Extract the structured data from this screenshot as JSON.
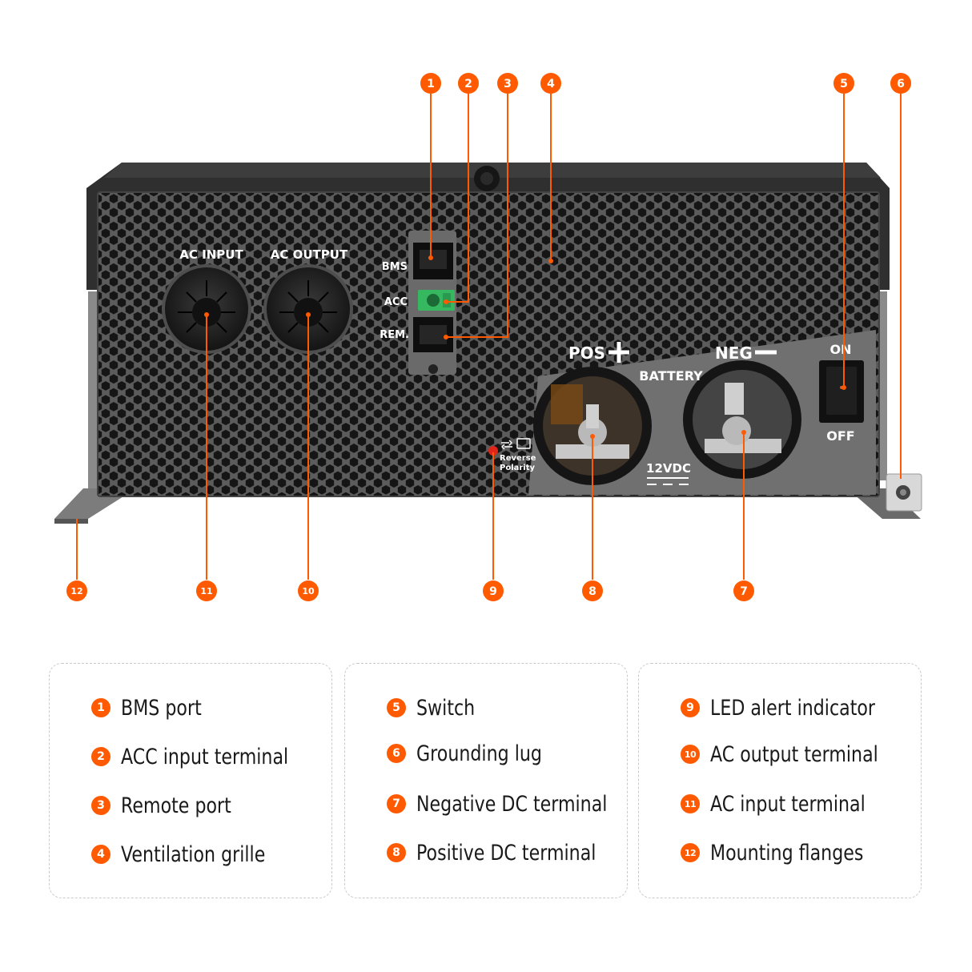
{
  "device_labels": {
    "ac_input": "AC INPUT",
    "ac_output": "AC OUTPUT",
    "bms": "BMS",
    "acc": "ACC",
    "rem": "REM.",
    "pos": "POS",
    "neg": "NEG",
    "battery": "BATTERY",
    "voltage": "12VDC",
    "switch_on": "ON",
    "switch_off": "OFF",
    "reverse": "Reverse",
    "polarity": "Polarity"
  },
  "callouts": [
    "1",
    "2",
    "3",
    "4",
    "5",
    "6",
    "7",
    "8",
    "9",
    "10",
    "11",
    "12"
  ],
  "legend": {
    "col1": [
      {
        "num": "1",
        "text": "BMS port"
      },
      {
        "num": "2",
        "text": "ACC input terminal"
      },
      {
        "num": "3",
        "text": "Remote port"
      },
      {
        "num": "4",
        "text": "Ventilation grille"
      }
    ],
    "col2": [
      {
        "num": "5",
        "text": "Switch"
      },
      {
        "num": "6",
        "text": "Grounding lug"
      },
      {
        "num": "7",
        "text": "Negative DC terminal"
      },
      {
        "num": "8",
        "text": "Positive DC terminal"
      }
    ],
    "col3": [
      {
        "num": "9",
        "text": "LED alert indicator"
      },
      {
        "num": "10",
        "text": "AC output terminal"
      },
      {
        "num": "11",
        "text": "AC input terminal"
      },
      {
        "num": "12",
        "text": "Mounting flanges"
      }
    ]
  },
  "colors": {
    "accent": "#ff5a00",
    "body": "#5a5a5a",
    "top_cover": "#2e2e2e",
    "terminal_green": "#3fbf6a"
  }
}
